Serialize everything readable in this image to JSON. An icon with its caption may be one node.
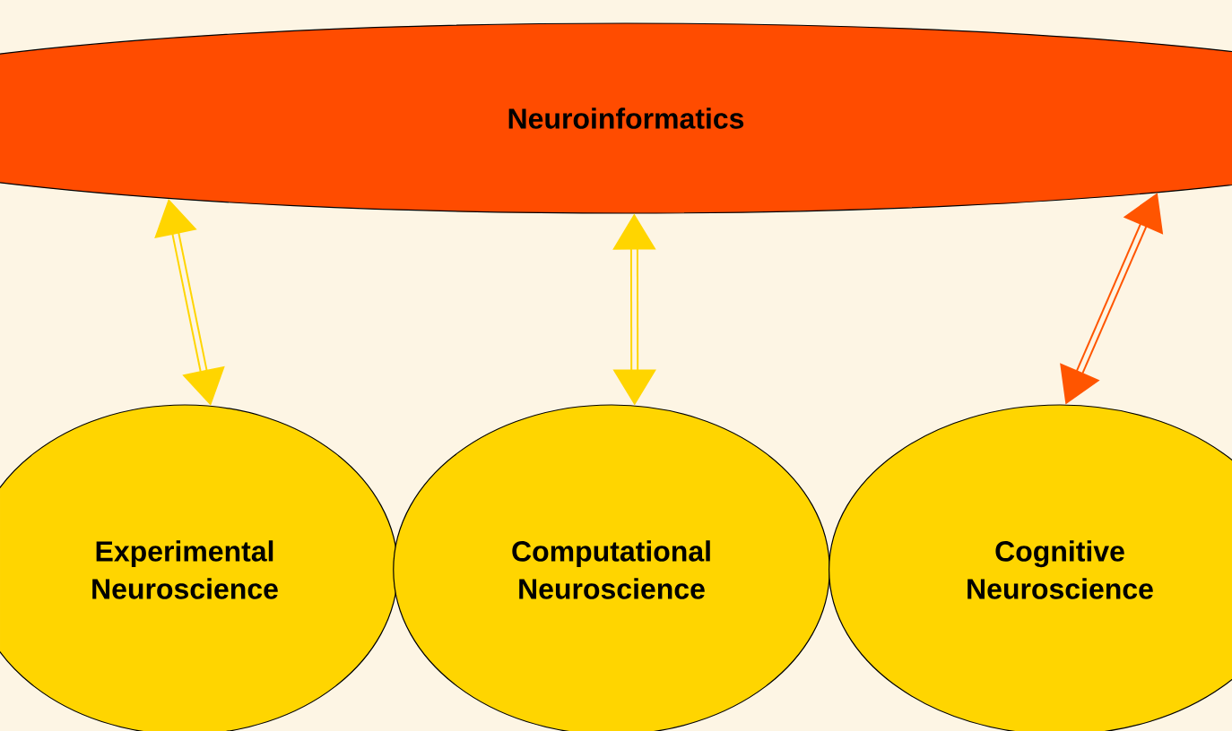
{
  "diagram": {
    "nodes": [
      {
        "text": [
          "Neuroinformatics"
        ]
      },
      {
        "text": [
          "Experimental Neuroscience"
        ]
      },
      {
        "text": [
          "Computational Neuroscience"
        ]
      },
      {
        "text": [
          "Cognitive Neuroscience"
        ]
      }
    ],
    "edges": [
      {
        "from": 0,
        "to": 1,
        "arrow": "both"
      },
      {
        "from": 0,
        "to": 2,
        "arrow": "both"
      },
      {
        "from": 0,
        "to": 3,
        "arrow": "both",
        "color": "#ff5500"
      }
    ]
  }
}
